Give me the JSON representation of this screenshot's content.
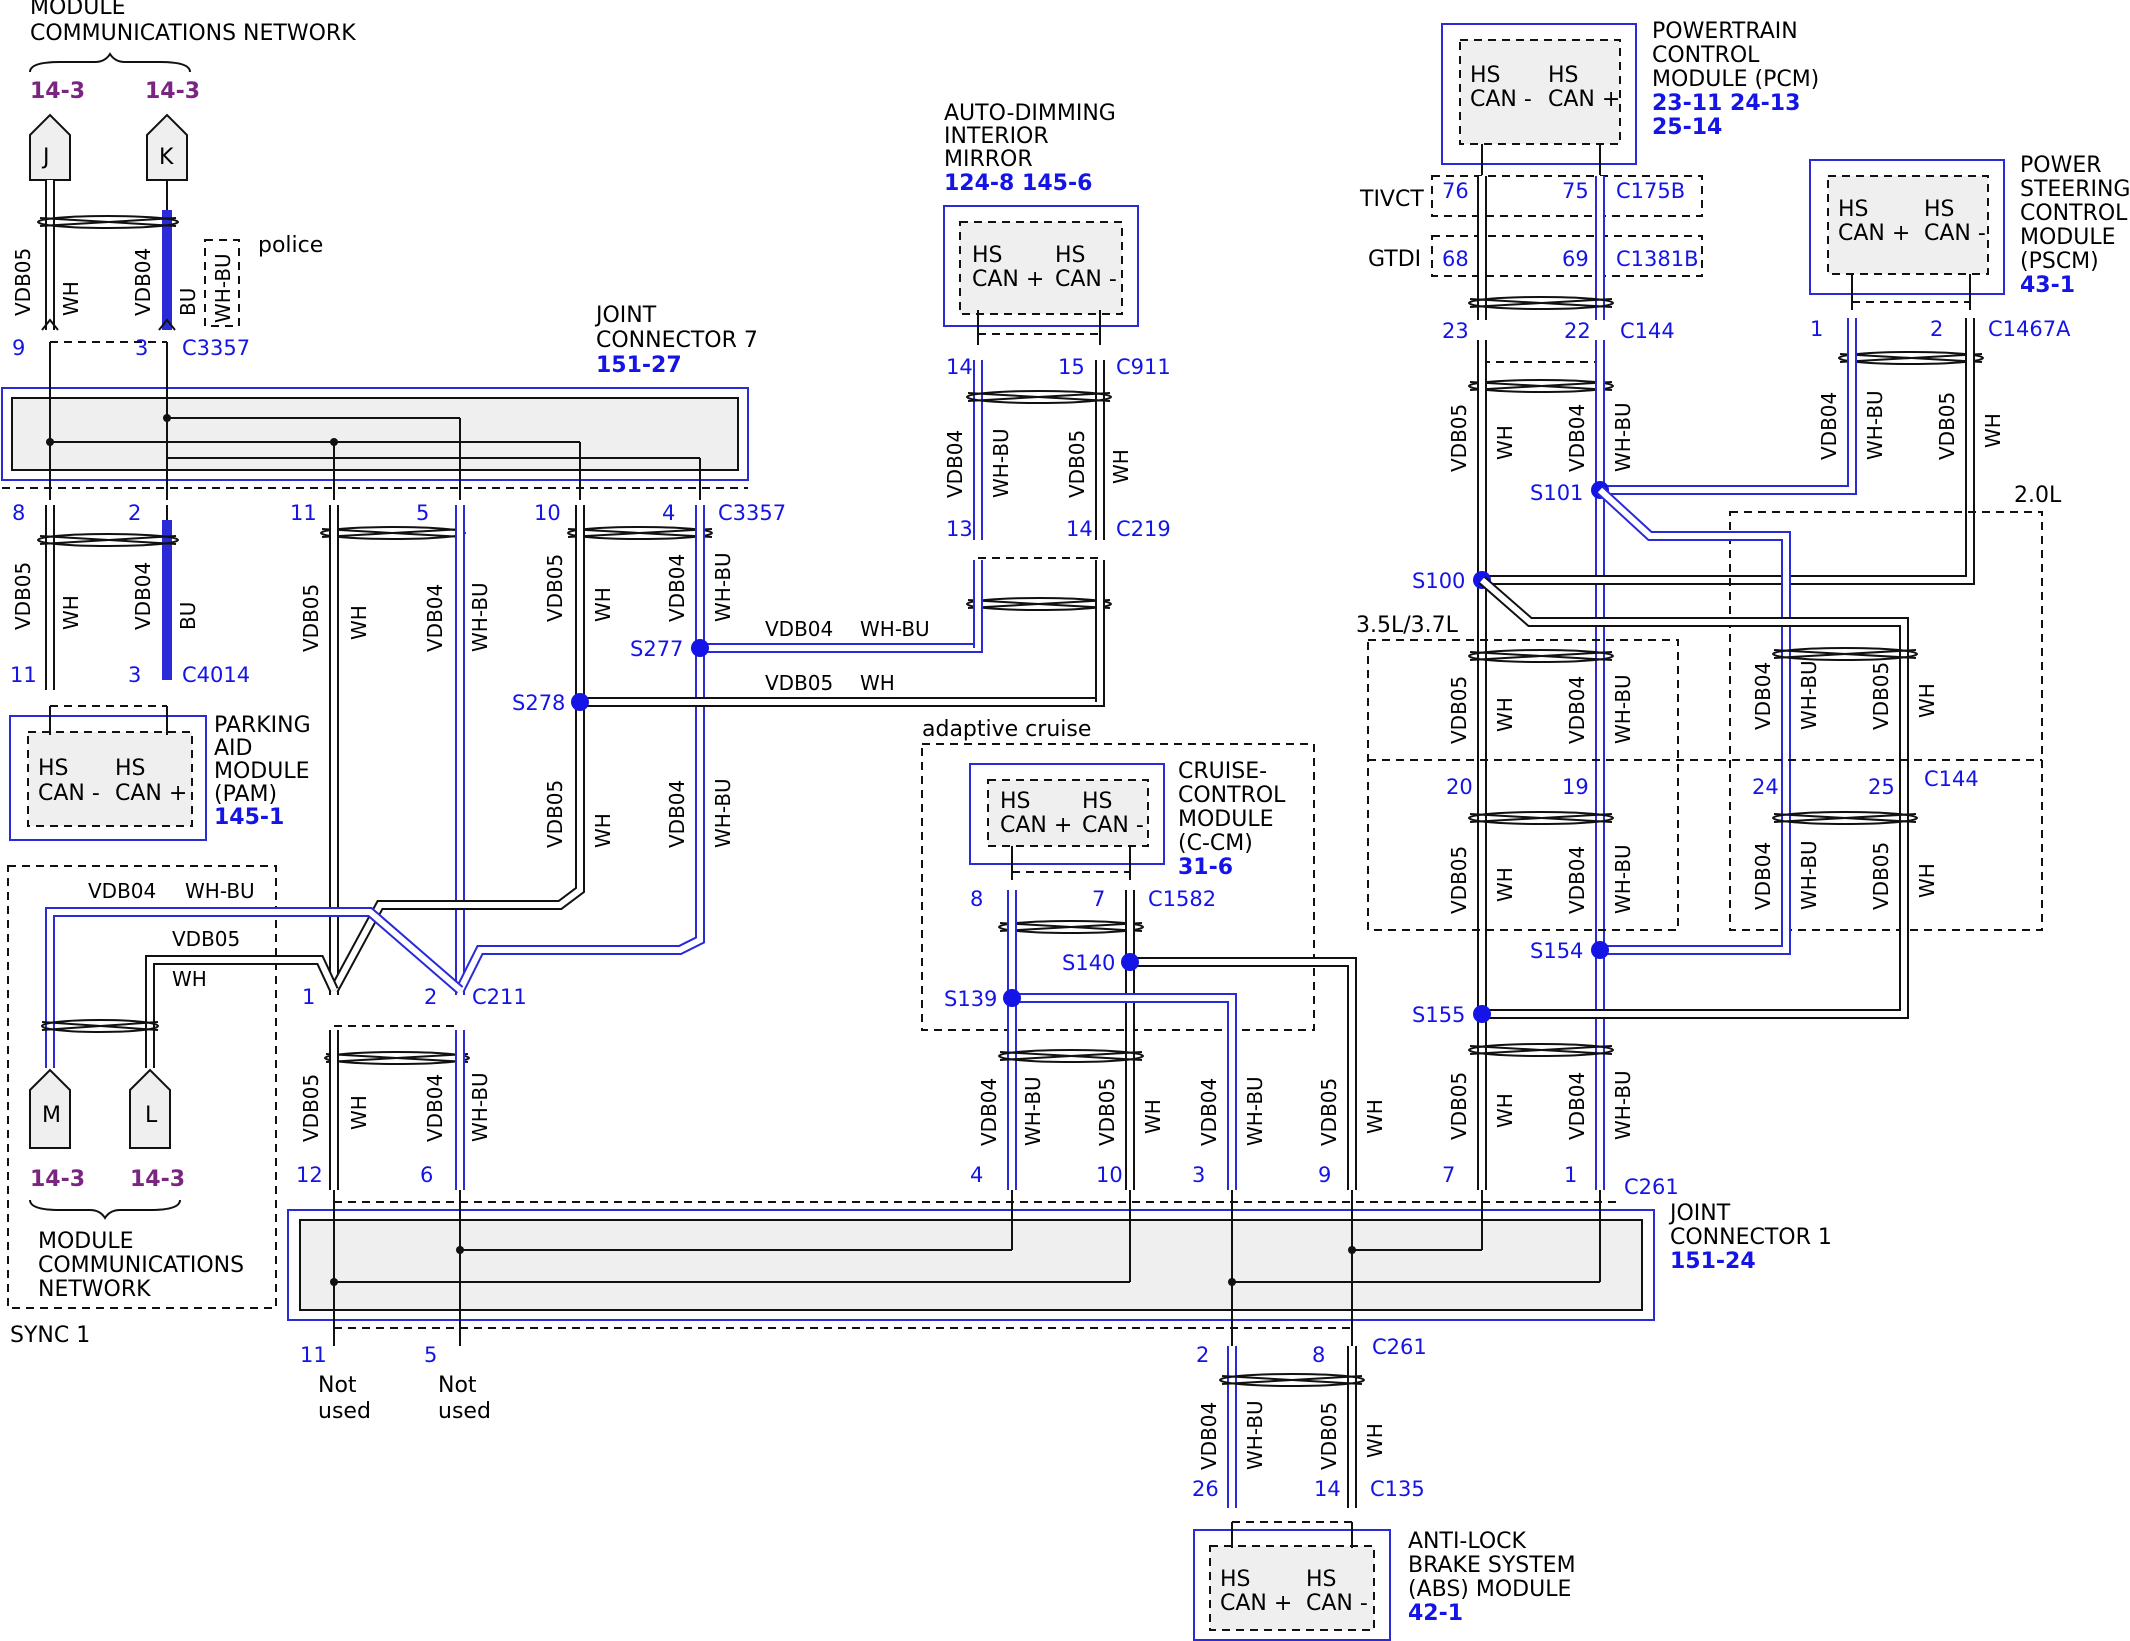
{
  "labels": {
    "mcn_top_1": "MODULE",
    "mcn_top_2": "COMMUNICATIONS NETWORK",
    "mcn_bot_1": "MODULE",
    "mcn_bot_2": "COMMUNICATIONS",
    "mcn_bot_3": "NETWORK",
    "sync": "SYNC 1",
    "police": "police",
    "adaptive": "adaptive cruise",
    "l20": "2.0L",
    "l35": "3.5L/3.7L",
    "tivct": "TIVCT",
    "gtdi": "GTDI",
    "not_used": "Not",
    "used": "used"
  },
  "offpage": {
    "ref": "14-3",
    "J": "J",
    "K": "K",
    "L": "L",
    "M": "M"
  },
  "modules": {
    "jc7": {
      "l1": "JOINT",
      "l2": "CONNECTOR 7",
      "ref": "151-27"
    },
    "jc1": {
      "l1": "JOINT",
      "l2": "CONNECTOR 1",
      "ref": "151-24"
    },
    "pam": {
      "l1": "PARKING",
      "l2": "AID",
      "l3": "MODULE",
      "l4": "(PAM)",
      "ref": "145-1"
    },
    "mirror": {
      "l1": "AUTO-DIMMING",
      "l2": "INTERIOR",
      "l3": "MIRROR",
      "ref": "124-8 145-6"
    },
    "pcm": {
      "l1": "POWERTRAIN",
      "l2": "CONTROL",
      "l3": "MODULE (PCM)",
      "ref1": "23-11 24-13",
      "ref2": "25-14"
    },
    "pscm": {
      "l1": "POWER",
      "l2": "STEERING",
      "l3": "CONTROL",
      "l4": "MODULE",
      "l5": "(PSCM)",
      "ref": "43-1"
    },
    "ccm": {
      "l1": "CRUISE-",
      "l2": "CONTROL",
      "l3": "MODULE",
      "l4": "(C-CM)",
      "ref": "31-6"
    },
    "abs": {
      "l1": "ANTI-LOCK",
      "l2": "BRAKE SYSTEM",
      "l3": "(ABS) MODULE",
      "ref": "42-1"
    }
  },
  "can": {
    "hs": "HS",
    "can_minus": "CAN -",
    "can_plus": "CAN +"
  },
  "wires": {
    "vdb05": "VDB05",
    "vdb04": "VDB04",
    "wh": "WH",
    "bu": "BU",
    "whbu": "WH-BU"
  },
  "connectors": {
    "c3357": "C3357",
    "c4014": "C4014",
    "c911": "C911",
    "c219": "C219",
    "c211": "C211",
    "c1582": "C1582",
    "c261": "C261",
    "c135": "C135",
    "c175b": "C175B",
    "c1381b": "C1381B",
    "c144": "C144",
    "c1467a": "C1467A"
  },
  "splices": {
    "s277": "S277",
    "s278": "S278",
    "s101": "S101",
    "s100": "S100",
    "s154": "S154",
    "s155": "S155",
    "s140": "S140",
    "s139": "S139"
  },
  "pins": {
    "p9": "9",
    "p3": "3",
    "p8": "8",
    "p2": "2",
    "p11": "11",
    "p10": "10",
    "p4": "4",
    "p5": "5",
    "p1": "1",
    "p12": "12",
    "p6": "6",
    "p14": "14",
    "p15": "15",
    "p13": "13",
    "p7": "7",
    "p76": "76",
    "p75": "75",
    "p68": "68",
    "p69": "69",
    "p23": "23",
    "p22": "22",
    "p20": "20",
    "p19": "19",
    "p24": "24",
    "p25": "25",
    "p26": "26"
  },
  "colors": {
    "blue": "#2a2ad8",
    "purple": "#7b2583",
    "pin_blue": "#1414e6"
  }
}
